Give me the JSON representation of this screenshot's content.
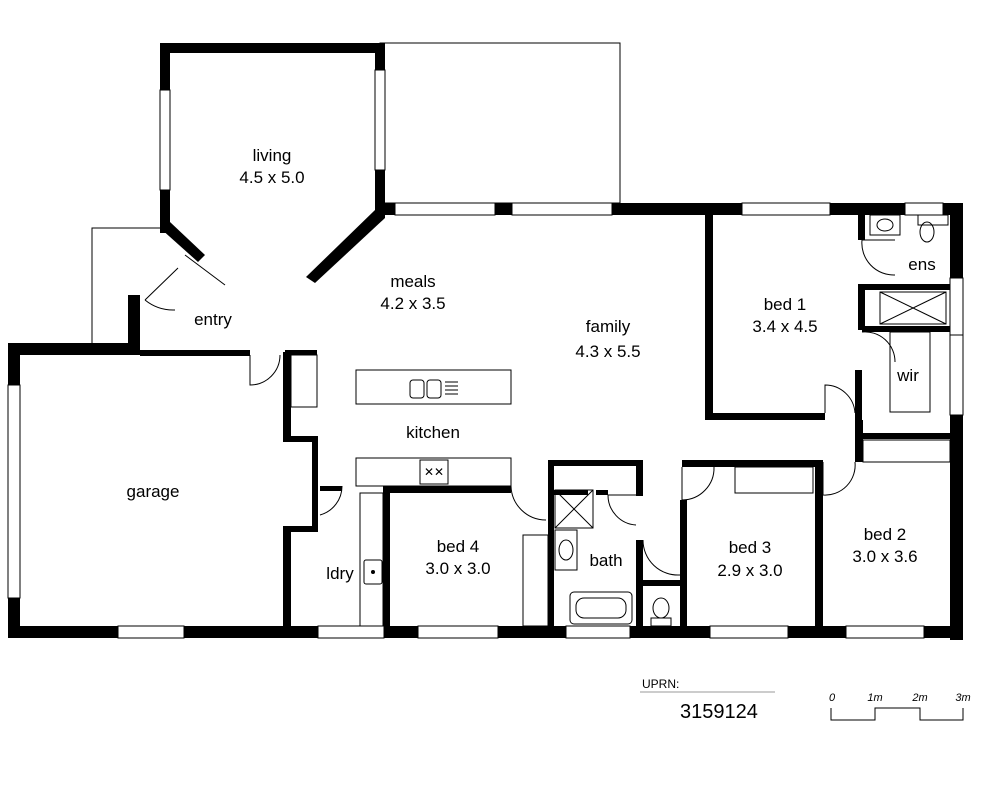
{
  "rooms": {
    "living": {
      "name": "living",
      "dims": "4.5 x 5.0"
    },
    "meals": {
      "name": "meals",
      "dims": "4.2 x 3.5"
    },
    "family": {
      "name": "family",
      "dims": "4.3 x 5.5"
    },
    "entry": {
      "name": "entry"
    },
    "kitchen": {
      "name": "kitchen"
    },
    "garage": {
      "name": "garage"
    },
    "bed1": {
      "name": "bed 1",
      "dims": "3.4 x 4.5"
    },
    "bed2": {
      "name": "bed 2",
      "dims": "3.0 x 3.6"
    },
    "bed3": {
      "name": "bed 3",
      "dims": "2.9 x 3.0"
    },
    "bed4": {
      "name": "bed 4",
      "dims": "3.0 x 3.0"
    },
    "ens": {
      "name": "ens"
    },
    "wir": {
      "name": "wir"
    },
    "bath": {
      "name": "bath"
    },
    "ldry": {
      "name": "ldry"
    }
  },
  "uprn": {
    "label": "UPRN:",
    "value": "3159124"
  },
  "scale": {
    "ticks": [
      "0",
      "1m",
      "2m",
      "3m"
    ]
  }
}
